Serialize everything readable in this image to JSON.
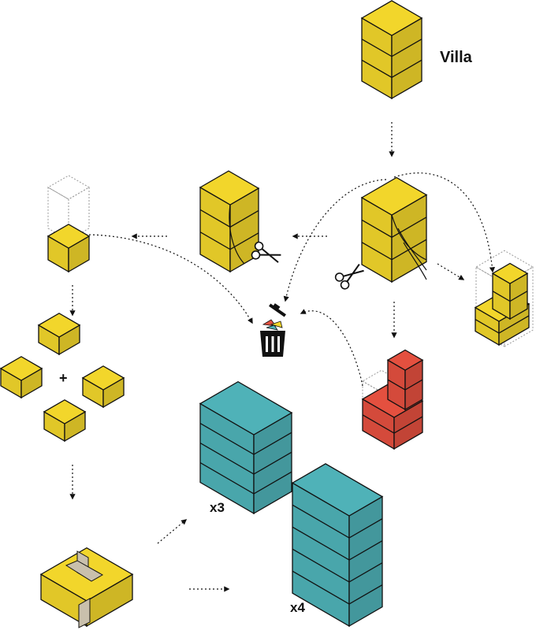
{
  "title": "Villa",
  "multipliers": {
    "three": "x3",
    "four": "x4"
  },
  "plus_sign": "+",
  "colors": {
    "yellow": "#f2d62b",
    "red": "#e4503f",
    "teal": "#4fb2b8",
    "gray": "#c9c0ac",
    "outline": "#111111",
    "ghost": "#9a9a9a"
  },
  "icons": [
    "scissors-icon",
    "trash-can-icon"
  ]
}
